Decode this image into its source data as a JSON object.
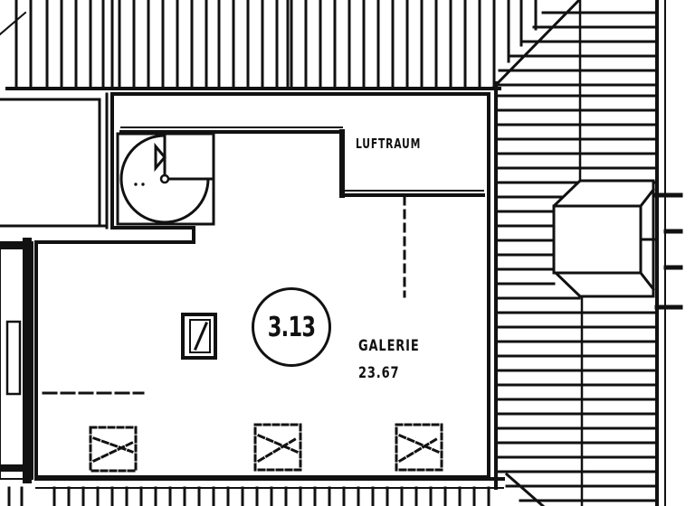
{
  "drawing": {
    "type": "architectural floor plan (attic / gallery level)",
    "colors": {
      "ink": "#111111",
      "paper": "#ffffff"
    }
  },
  "room": {
    "number": "3.13",
    "name": "GALERIE",
    "area": "23.67"
  },
  "void": {
    "label": "LUFTRAUM"
  },
  "elements": {
    "spiral_stair": "spiral-staircase",
    "chimney": "chimney-shaft",
    "skylights": [
      "roof-window-1",
      "roof-window-2",
      "roof-window-3"
    ],
    "dormer": "dormer"
  }
}
